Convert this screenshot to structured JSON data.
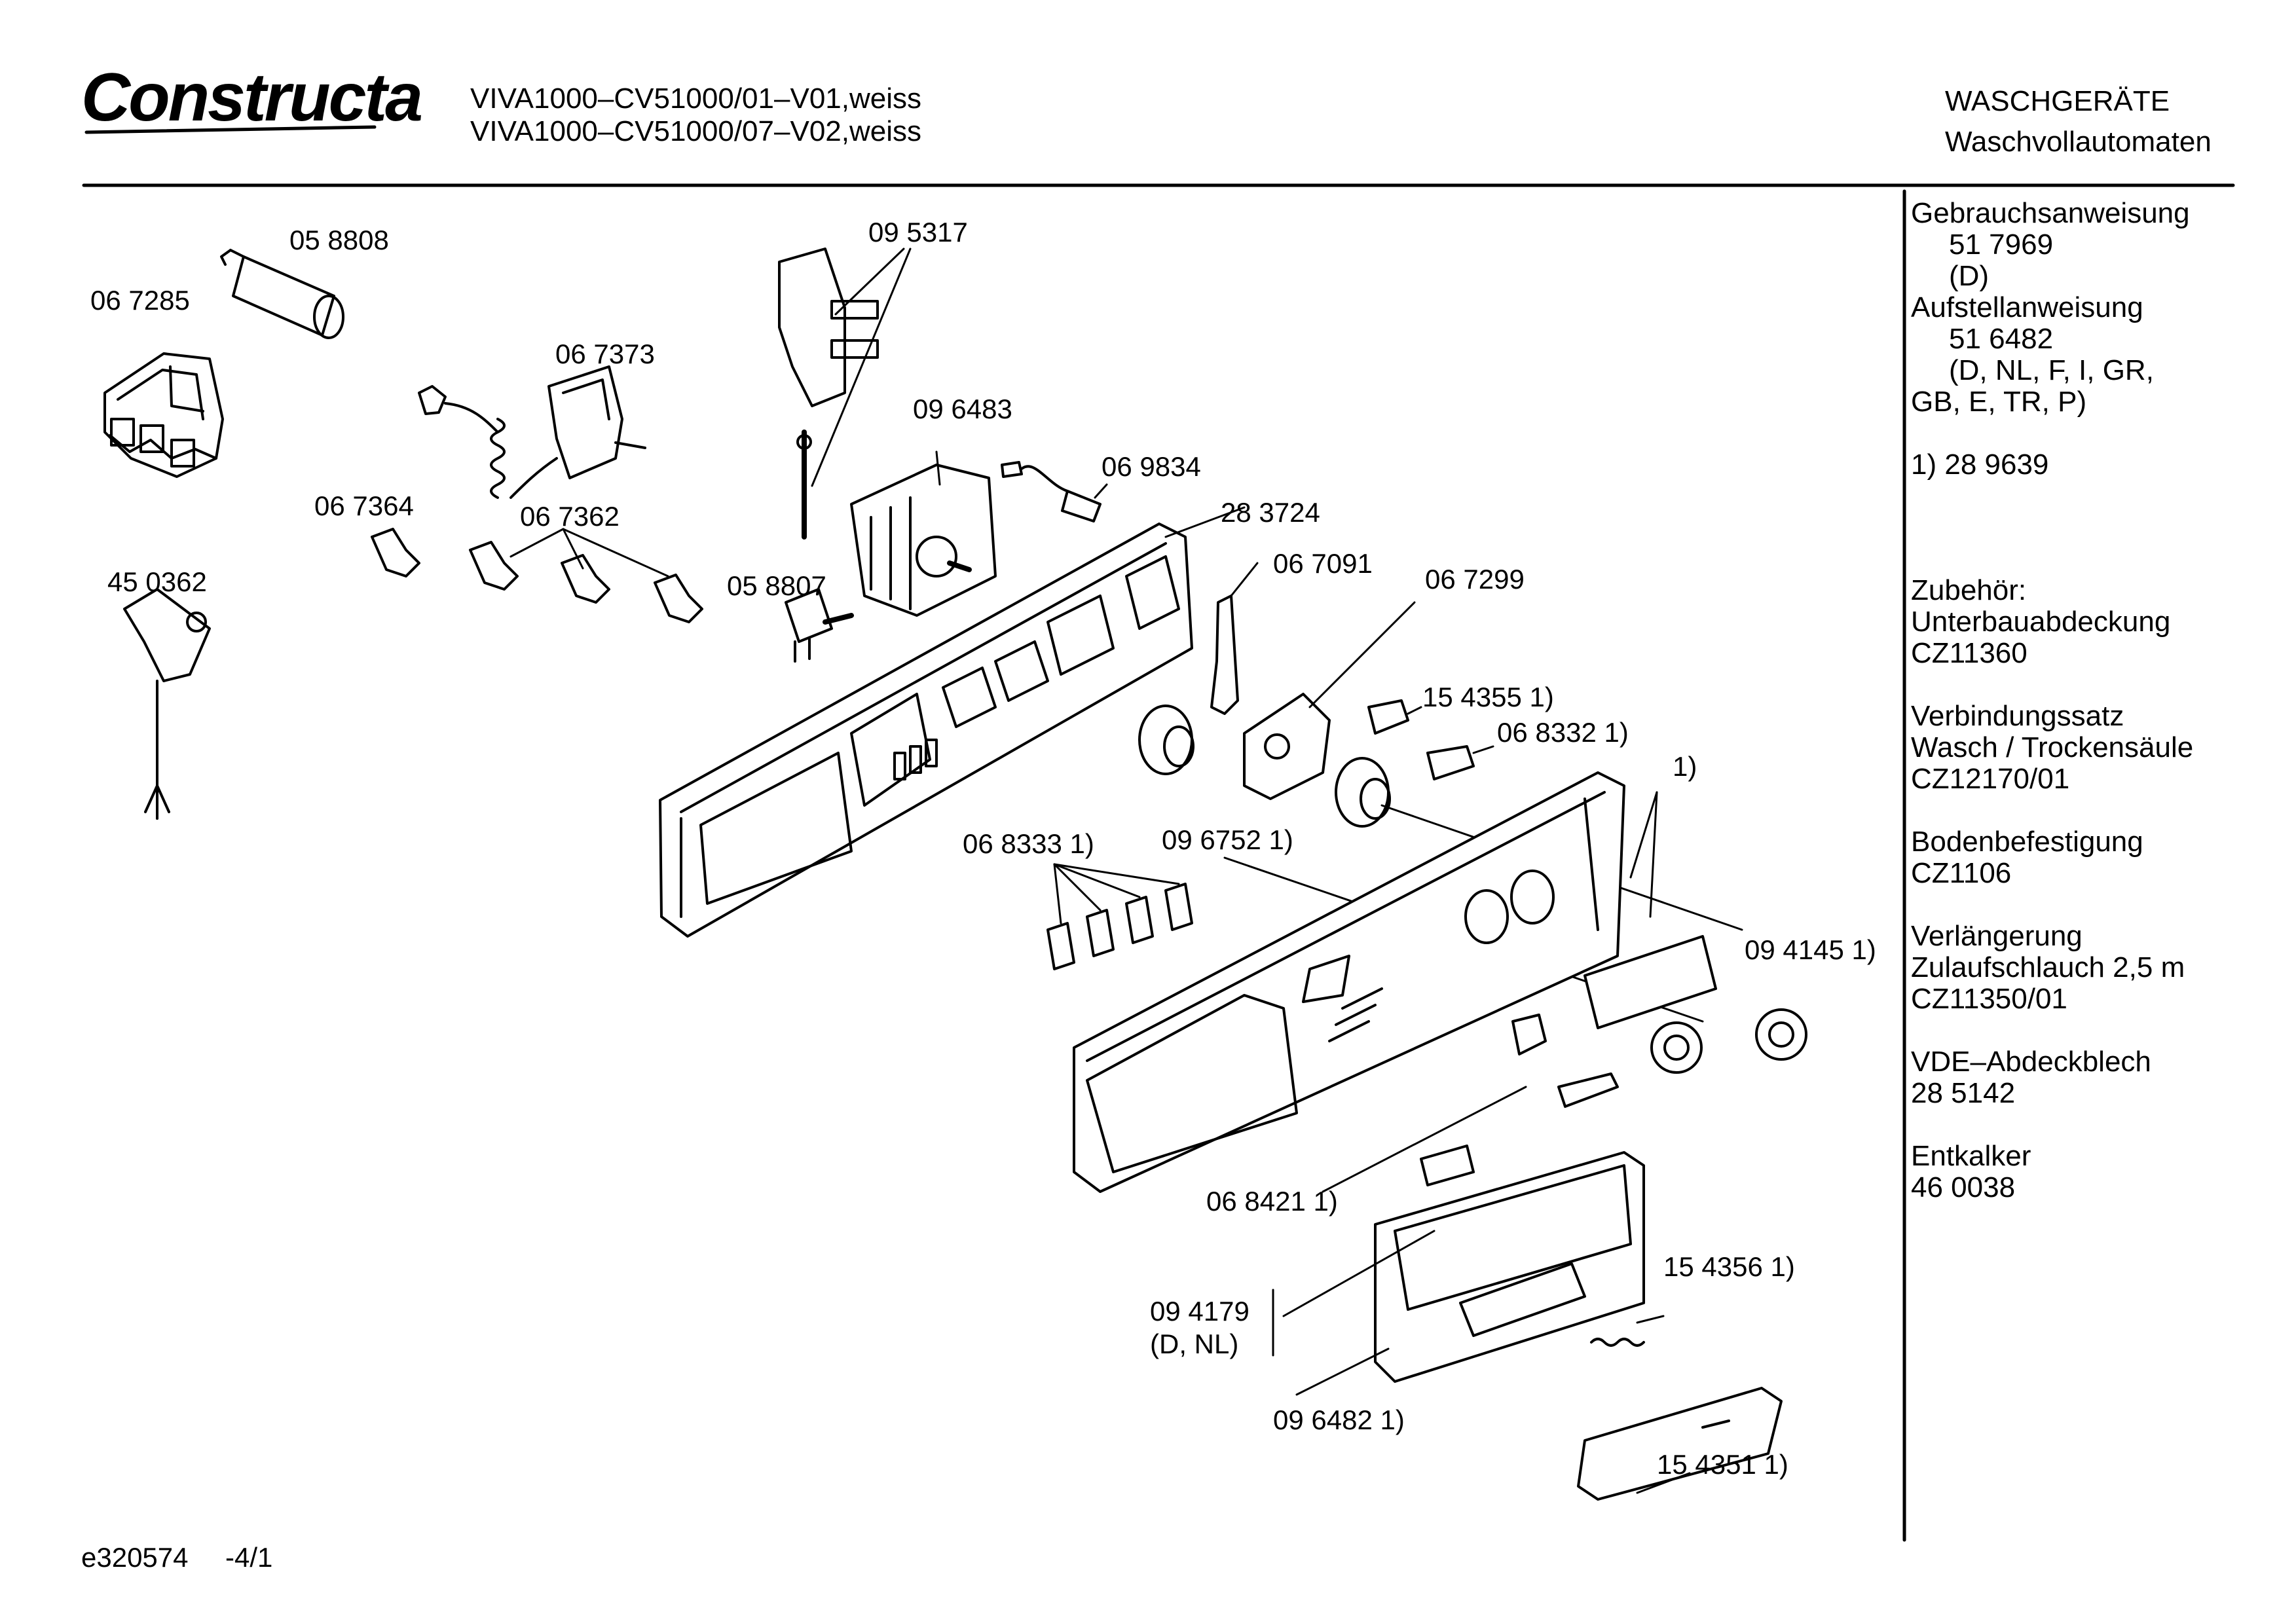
{
  "header": {
    "brand": "Constructa",
    "model_line_1": "VIVA1000–CV51000/01–V01,weiss",
    "model_line_2": "VIVA1000–CV51000/07–V02,weiss",
    "category": "WASCHGERÄTE",
    "subcategory": "Waschvollautomaten"
  },
  "side_panel": {
    "manual_label": "Gebrauchsanweisung",
    "manual_number": "51 7969",
    "manual_lang": "(D)",
    "install_label": "Aufstellanweisung",
    "install_number": "51 6482",
    "install_lang_1": "(D, NL, F, I, GR,",
    "install_lang_2": "GB, E, TR, P)",
    "footnote": "1) 28 9639",
    "accessories_label": "Zubehör:",
    "acc1_name": "Unterbauabdeckung",
    "acc1_code": "CZ11360",
    "acc2_name_1": "Verbindungssatz",
    "acc2_name_2": "Wasch / Trockensäule",
    "acc2_code": "CZ12170/01",
    "acc3_name": "Bodenbefestigung",
    "acc3_code": "CZ1106",
    "acc4_name_1": "Verlängerung",
    "acc4_name_2": "Zulaufschlauch 2,5 m",
    "acc4_code": "CZ11350/01",
    "acc5_name": "VDE–Abdeckblech",
    "acc5_code": "28 5142",
    "acc6_name": "Entkalker",
    "acc6_code": "46 0038"
  },
  "parts": {
    "p058808": "05 8808",
    "p067285": "06 7285",
    "p095317": "09 5317",
    "p067373": "06 7373",
    "p096483": "09 6483",
    "p069834": "06 9834",
    "p067364": "06 7364",
    "p067362": "06 7362",
    "p283724": "28 3724",
    "p450362": "45 0362",
    "p058807": "05 8807",
    "p067091": "06 7091",
    "p067299": "06 7299",
    "p154355": "15 4355  1)",
    "p068332": "06 8332  1)",
    "p_fn1": "1)",
    "p068333": "06 8333 1)",
    "p096752": "09 6752  1)",
    "p094145": "09 4145 1)",
    "p068421": "06 8421 1)",
    "p154356": "15 4356 1)",
    "p094179": "09 4179",
    "p094179_note": "(D, NL)",
    "p096482": "09 6482 1)",
    "p154351": "15 4351 1)"
  },
  "footer": {
    "doc_id": "e320574",
    "page": "-4/1"
  }
}
